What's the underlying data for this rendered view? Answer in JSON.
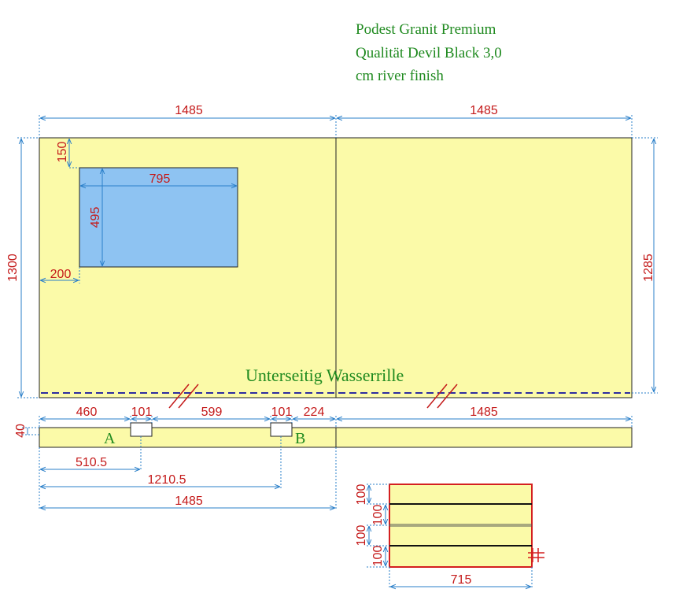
{
  "notes": {
    "line1": "Podest Granit Premium",
    "line2": "Qualität Devil Black 3,0",
    "line3": "cm river finish"
  },
  "top_view": {
    "left_width": "1485",
    "right_width": "1485",
    "left_height": "1300",
    "right_height": "1285",
    "cutout_offset_top": "150",
    "cutout_width": "795",
    "cutout_height": "495",
    "cutout_offset_left": "200",
    "groove_label": "Unterseitig Wasserrille"
  },
  "front_strip": {
    "seg1": "460",
    "notch_a_width": "101",
    "seg2": "599",
    "notch_b_width": "101",
    "seg3": "224",
    "right_width": "1485",
    "height": "40",
    "label_a": "A",
    "label_b": "B",
    "pos_a": "510.5",
    "pos_b": "1210.5",
    "total": "1485"
  },
  "step_detail": {
    "h1": "100",
    "h2": "100",
    "h3": "100",
    "h4": "100",
    "width": "715"
  },
  "colors": {
    "stone": "#fbfaa8",
    "cutout": "#8ec3f2",
    "dimension_line": "#2a7fc9",
    "dimension_text": "#c41a1a",
    "groove": "#2c2ca0",
    "label_green": "#1f8a1f",
    "step_outline": "#d42020"
  }
}
